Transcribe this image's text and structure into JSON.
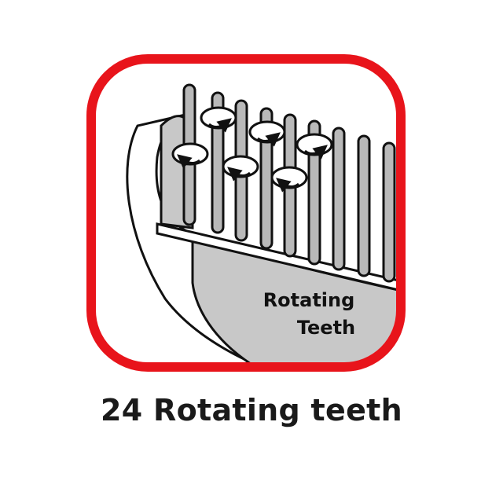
{
  "icon": {
    "name": "rotating-teeth-brush-icon",
    "frame_color": "#e8141b",
    "panel_color": "#c8c8c8",
    "outline_color": "#111111",
    "inner_label_line1": "Rotating",
    "inner_label_line2": "Teeth"
  },
  "caption": "24 Rotating teeth"
}
